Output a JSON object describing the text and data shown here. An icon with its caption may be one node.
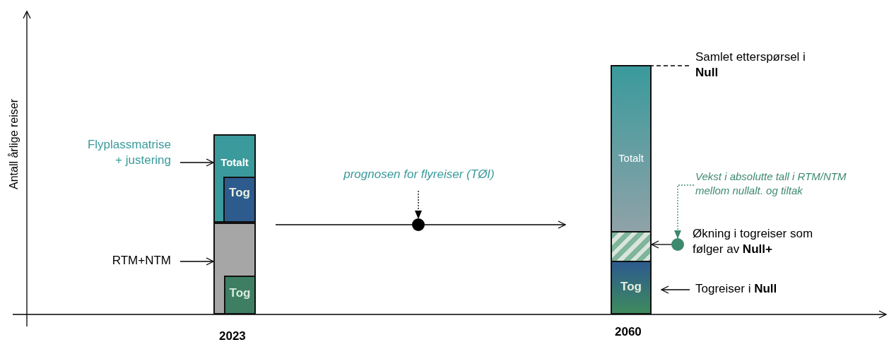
{
  "diagram": {
    "nodes": [
      {
        "text": [
          "Totalt"
        ]
      },
      {
        "text": [
          "Tog"
        ],
        "in": 0
      },
      {
        "text": [],
        "shape": "box"
      },
      {
        "text": [
          "Tog"
        ],
        "in": 2
      },
      {
        "text": [
          "Flyplassmatrise + justering"
        ]
      },
      {
        "text": [
          "RTM+NTM"
        ]
      },
      {
        "text": [
          "prognosen for flyreiser (TØI)"
        ]
      },
      {
        "text": [],
        "shape": "circle"
      },
      {
        "text": [
          "Totalt"
        ]
      },
      {
        "text": [],
        "shape": "box"
      },
      {
        "text": [
          "Tog"
        ]
      },
      {
        "text": [
          "Samlet etterspørsel i **Null**"
        ]
      },
      {
        "text": [
          "Vekst i absolutte tall i RTM/NTM mellom nullalt. og tiltak"
        ]
      },
      {
        "text": [],
        "shape": "circle"
      },
      {
        "text": [
          "Økning i togreiser som følger av **Null+**"
        ]
      },
      {
        "text": [
          "Togreiser i **Null**"
        ]
      }
    ],
    "edges": [
      {
        "from": 4,
        "to": 0,
        "arrow": "to"
      },
      {
        "from": 5,
        "to": 2,
        "arrow": "to"
      },
      {
        "from": 6,
        "to": 7,
        "arrow": "to",
        "style": "dashed"
      },
      {
        "from": null,
        "to": 7,
        "arrow": "none"
      },
      {
        "from": 7,
        "to": null,
        "arrow": "to"
      },
      {
        "from": 11,
        "to": 8,
        "arrow": "none",
        "style": "dashed"
      },
      {
        "from": 12,
        "to": 13,
        "arrow": "to",
        "style": "dashed",
        "color": "#3e8a6e"
      },
      {
        "from": 13,
        "to": 9,
        "arrow": "to"
      },
      {
        "from": 15,
        "to": 10,
        "arrow": "to"
      }
    ],
    "labels": [
      "Antall årlige reiser",
      "2023",
      "2060"
    ]
  }
}
